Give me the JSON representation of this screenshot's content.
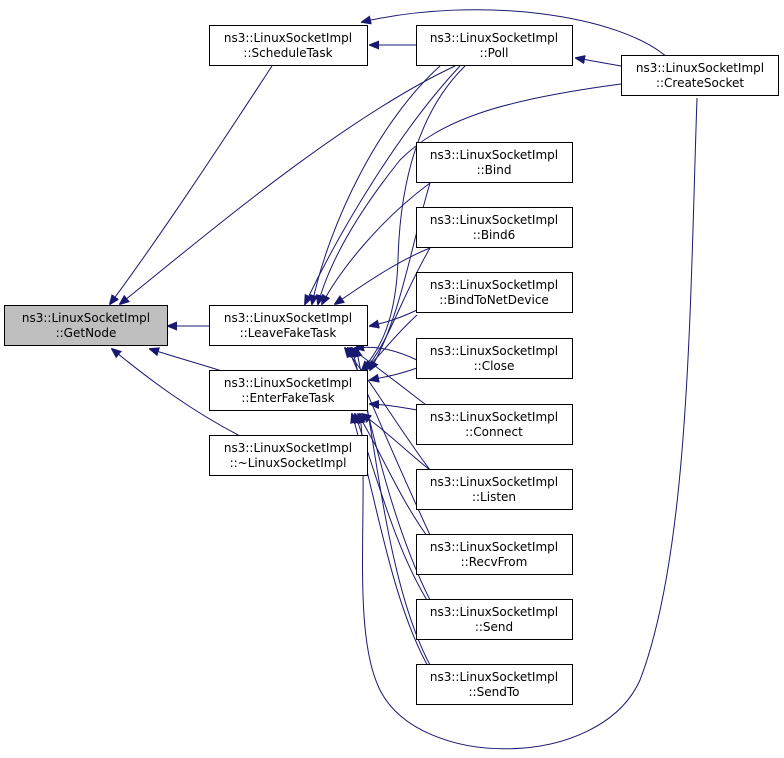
{
  "colors": {
    "edge": "#191970",
    "focus_fill": "#bfbfbf",
    "node_fill": "#ffffff",
    "node_border": "#000000"
  },
  "nodes": {
    "getnode": {
      "line1": "ns3::LinuxSocketImpl",
      "line2": "::GetNode"
    },
    "scheduletask": {
      "line1": "ns3::LinuxSocketImpl",
      "line2": "::ScheduleTask"
    },
    "leavefaketask": {
      "line1": "ns3::LinuxSocketImpl",
      "line2": "::LeaveFakeTask"
    },
    "enterfaketask": {
      "line1": "ns3::LinuxSocketImpl",
      "line2": "::EnterFakeTask"
    },
    "destructor": {
      "line1": "ns3::LinuxSocketImpl",
      "line2": "::~LinuxSocketImpl"
    },
    "poll": {
      "line1": "ns3::LinuxSocketImpl",
      "line2": "::Poll"
    },
    "createsocket": {
      "line1": "ns3::LinuxSocketImpl",
      "line2": "::CreateSocket"
    },
    "bind": {
      "line1": "ns3::LinuxSocketImpl",
      "line2": "::Bind"
    },
    "bind6": {
      "line1": "ns3::LinuxSocketImpl",
      "line2": "::Bind6"
    },
    "bindtonetdevice": {
      "line1": "ns3::LinuxSocketImpl",
      "line2": "::BindToNetDevice"
    },
    "close": {
      "line1": "ns3::LinuxSocketImpl",
      "line2": "::Close"
    },
    "connect": {
      "line1": "ns3::LinuxSocketImpl",
      "line2": "::Connect"
    },
    "listen": {
      "line1": "ns3::LinuxSocketImpl",
      "line2": "::Listen"
    },
    "recvfrom": {
      "line1": "ns3::LinuxSocketImpl",
      "line2": "::RecvFrom"
    },
    "send": {
      "line1": "ns3::LinuxSocketImpl",
      "line2": "::Send"
    },
    "sendto": {
      "line1": "ns3::LinuxSocketImpl",
      "line2": "::SendTo"
    }
  }
}
